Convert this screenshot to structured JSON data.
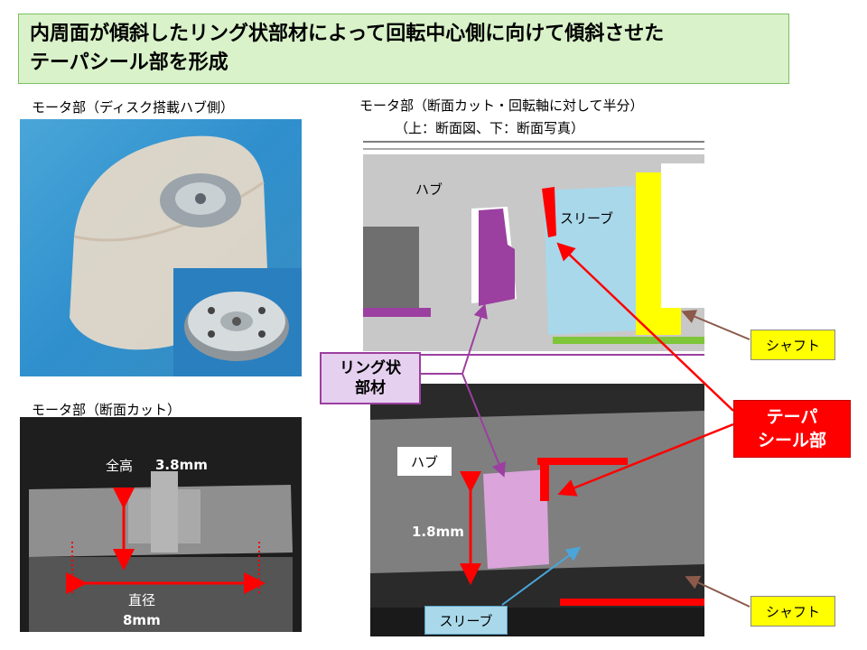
{
  "title": {
    "line1": "内周面が傾斜したリング状部材によって回転中心側に向けて傾斜させた",
    "line2": "テーパシール部を形成"
  },
  "photo_top_left": {
    "caption": "モータ部（ディスク搭載ハブ側）"
  },
  "section_top_right": {
    "caption1": "モータ部（断面カット・回転軸に対して半分）",
    "caption2": "（上：断面図、下：断面写真）",
    "label_hub": "ハブ",
    "label_sleeve": "スリーブ"
  },
  "photo_bottom_left": {
    "caption": "モータ部（断面カット）",
    "height_label": "全高",
    "height_value": "3.8mm",
    "diameter_label": "直径",
    "diameter_value": "8mm"
  },
  "photo_bottom_right": {
    "label_hub": "ハブ",
    "dimension": "1.8mm",
    "label_sleeve": "スリーブ"
  },
  "callouts": {
    "ring_line1": "リング状",
    "ring_line2": "部材",
    "taper_line1": "テーパ",
    "taper_line2": "シール部",
    "shaft_top": "シャフト",
    "shaft_bottom": "シャフト"
  },
  "colors": {
    "title_bg": "#d9f2c9",
    "ring_purple": "#9b3fa0",
    "sleeve_blue": "#a9d8ea",
    "shaft_yellow": "#ffff00",
    "seal_red": "#ff0000",
    "ring_label_bg": "#e6d0ef"
  }
}
